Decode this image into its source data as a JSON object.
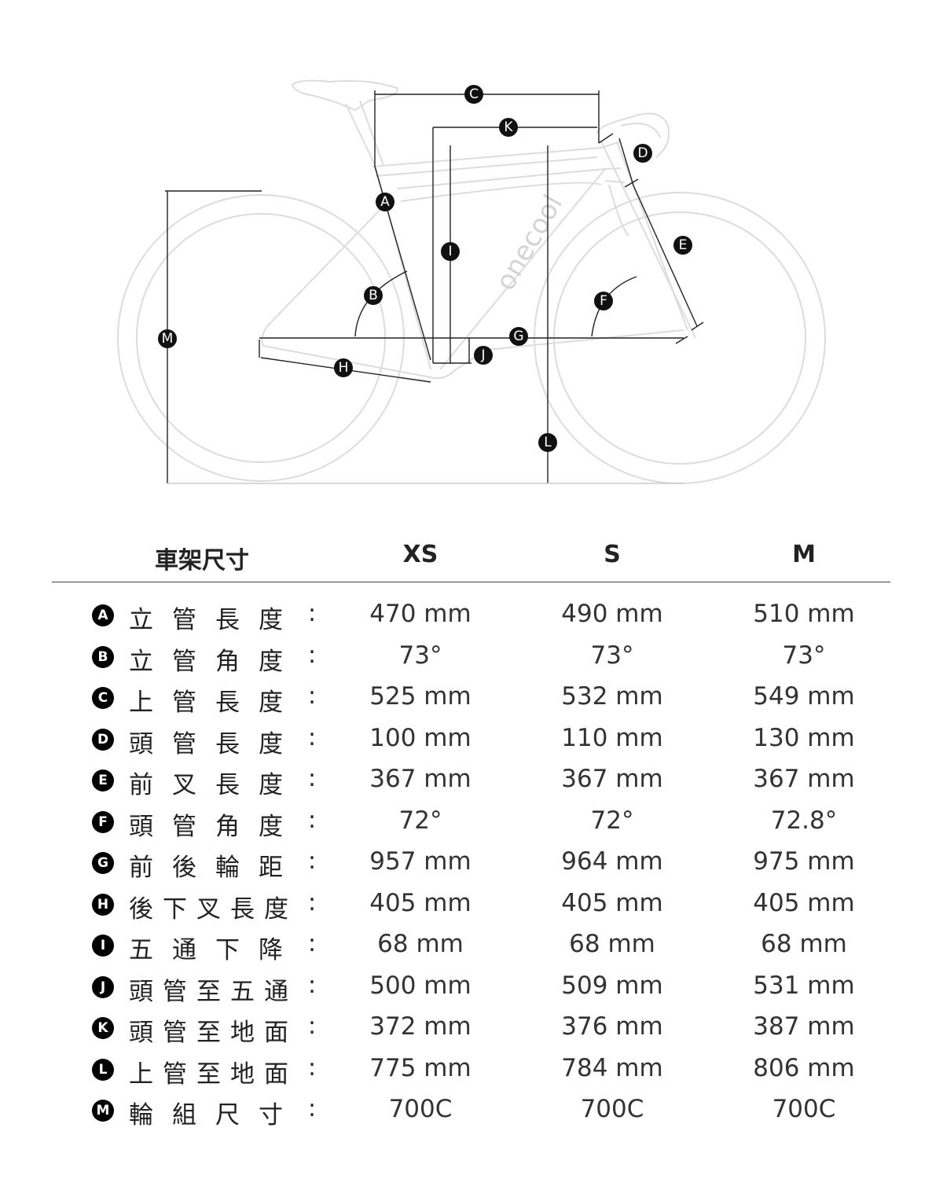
{
  "diagram": {
    "brand_text": "onecool",
    "markers": [
      "A",
      "B",
      "C",
      "D",
      "E",
      "F",
      "G",
      "H",
      "I",
      "J",
      "K",
      "L",
      "M"
    ]
  },
  "table": {
    "title": "車架尺寸",
    "sizes": [
      "XS",
      "S",
      "M"
    ],
    "rows": [
      {
        "key": "A",
        "label": "立管長度",
        "values": [
          "470 mm",
          "490 mm",
          "510 mm"
        ]
      },
      {
        "key": "B",
        "label": "立管角度",
        "values": [
          "73°",
          "73°",
          "73°"
        ]
      },
      {
        "key": "C",
        "label": "上管長度",
        "values": [
          "525 mm",
          "532 mm",
          "549 mm"
        ]
      },
      {
        "key": "D",
        "label": "頭管長度",
        "values": [
          "100 mm",
          "110 mm",
          "130 mm"
        ]
      },
      {
        "key": "E",
        "label": "前叉長度",
        "values": [
          "367 mm",
          "367 mm",
          "367 mm"
        ]
      },
      {
        "key": "F",
        "label": "頭管角度",
        "values": [
          "72°",
          "72°",
          "72.8°"
        ]
      },
      {
        "key": "G",
        "label": "前後輪距",
        "values": [
          "957 mm",
          "964 mm",
          "975 mm"
        ]
      },
      {
        "key": "H",
        "label": "後下叉長度",
        "values": [
          "405 mm",
          "405 mm",
          "405 mm"
        ]
      },
      {
        "key": "I",
        "label": "五通下降",
        "values": [
          "68 mm",
          "68 mm",
          "68 mm"
        ]
      },
      {
        "key": "J",
        "label": "頭管至五通",
        "values": [
          "500 mm",
          "509 mm",
          "531 mm"
        ]
      },
      {
        "key": "K",
        "label": "頭管至地面",
        "values": [
          "372 mm",
          "376 mm",
          "387 mm"
        ]
      },
      {
        "key": "L",
        "label": "上管至地面",
        "values": [
          "775 mm",
          "784 mm",
          "806 mm"
        ]
      },
      {
        "key": "M",
        "label": "輪組尺寸",
        "values": [
          "700C",
          "700C",
          "700C"
        ]
      }
    ],
    "colon": ":"
  }
}
